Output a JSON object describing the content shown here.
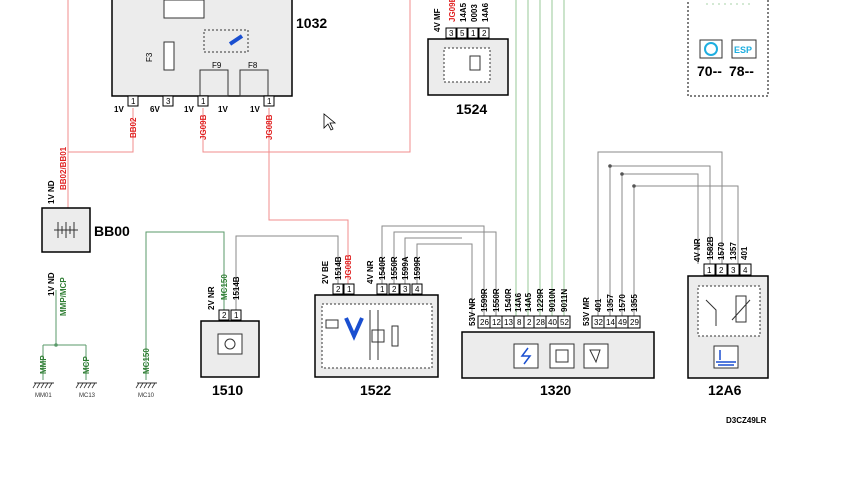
{
  "blocks": {
    "b1032": "1032",
    "b1524": "1524",
    "b1510": "1510",
    "b1522": "1522",
    "b1320": "1320",
    "b12a6": "12A6",
    "bb00": "BB00"
  },
  "comp_1032": {
    "f3": "F3",
    "f9": "F9",
    "f8": "F8",
    "conn_labels": [
      "1V",
      "6V",
      "1V",
      "1V",
      "1V"
    ],
    "pins": [
      "1",
      "3",
      "1",
      "1"
    ],
    "wires": [
      "BB02",
      "JG09B",
      "JG08B"
    ]
  },
  "comp_1524": {
    "conn_label": "4V MF",
    "wires": [
      "JG09B",
      "14A5",
      "0003",
      "14A6"
    ],
    "pins": [
      "3",
      "5",
      "1",
      "2"
    ]
  },
  "bb00_panel": {
    "top_conn": "1V ND",
    "top_wire": "BB02/BB01",
    "bottom_conn": "1V ND",
    "bottom_wire": "MMP/MCP"
  },
  "grounds": [
    {
      "wire": "MMP",
      "name": "MM01"
    },
    {
      "wire": "MCP",
      "name": "MC13"
    },
    {
      "wire": "MC150",
      "name": "MC10"
    }
  ],
  "comp_1510": {
    "conn_label": "2V NR",
    "wires": [
      "MC150",
      "1514B"
    ],
    "pins": [
      "2",
      "1"
    ]
  },
  "comp_1522": {
    "conn_a": "2V BE",
    "wires_a": [
      "1514B",
      "JG08B"
    ],
    "pins_a": [
      "2",
      "1"
    ],
    "conn_b": "4V NR",
    "wires_b": [
      "1540R",
      "1550R",
      "1599A",
      "1599R"
    ],
    "pins_b": [
      "1",
      "2",
      "3",
      "4"
    ]
  },
  "comp_1320": {
    "conn_a": "53V NR",
    "wires_a": [
      "1599R",
      "1550R",
      "1540R",
      "14A6",
      "14A5",
      "1229R",
      "9010N",
      "9011N"
    ],
    "pins_a": [
      "26",
      "12",
      "13",
      "8",
      "2",
      "28",
      "40",
      "52"
    ],
    "conn_b": "53V MR",
    "wires_b": [
      "401",
      "1357",
      "1570",
      "1355"
    ],
    "pins_b": [
      "32",
      "14",
      "49",
      "29"
    ]
  },
  "comp_12a6": {
    "conn_label": "4V NR",
    "wires": [
      "1582B",
      "1570",
      "1357",
      "401"
    ],
    "pins": [
      "1",
      "2",
      "3",
      "4"
    ]
  },
  "legend": {
    "esp": "ESP",
    "label_a": "70--",
    "label_b": "78--"
  },
  "ref_code": "D3CZ49LR",
  "colors": {
    "red_wire": "#f08c8c",
    "green_wire": "#5a9a6a",
    "label_red": "#e02020",
    "label_green": "#2e7d32",
    "esp_blue": "#1eaee0"
  }
}
